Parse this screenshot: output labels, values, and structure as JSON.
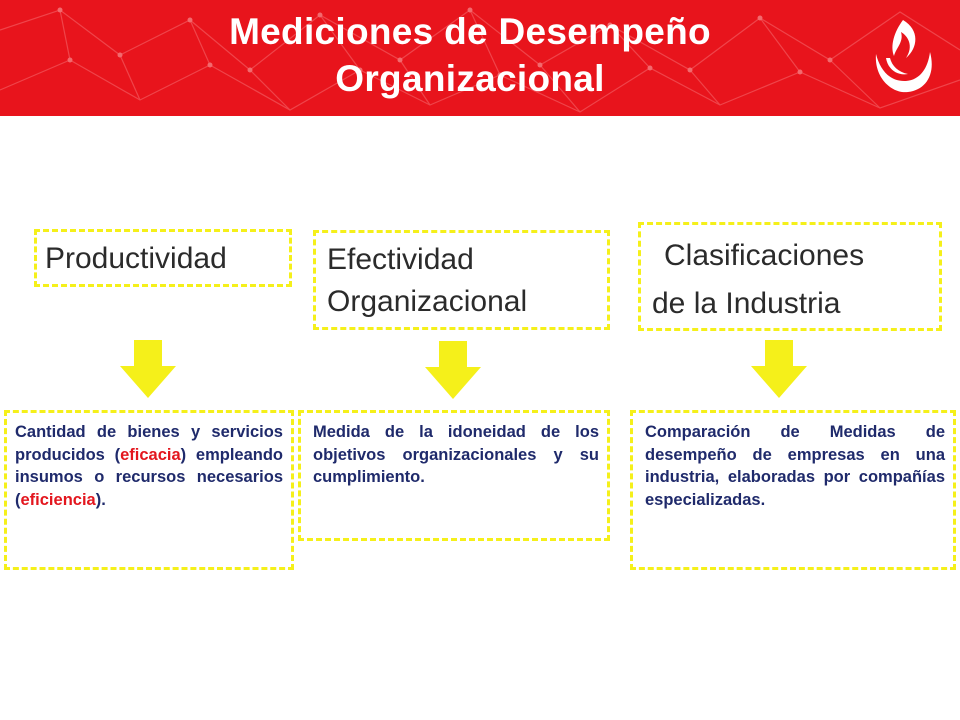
{
  "header": {
    "title_line1": "Mediciones de Desempeño",
    "title_line2": "Organizacional",
    "bg_color": "#e8141c",
    "logo_icon": "flame-logo-icon"
  },
  "columns": [
    {
      "heading": "Productividad",
      "desc": {
        "part1": "Cantidad de bienes y servicios producidos (",
        "highlight1": "eficacia",
        "part2": ") empleando insumos o recursos necesarios (",
        "highlight2": "eficiencia",
        "part3": ")."
      }
    },
    {
      "heading_line1": "Efectividad",
      "heading_line2": "Organizacional",
      "desc": "Medida de la idoneidad de los objetivos organizacionales y su cumplimiento."
    },
    {
      "heading_line1": "Clasificaciones",
      "heading_line2": "de la Industria",
      "desc": "Comparación de Medidas de desempeño de empresas en una industria, elaboradas por compañías especializadas."
    }
  ],
  "colors": {
    "box_border": "#f5f01a",
    "arrow": "#f5f01a",
    "desc_text": "#1f2a6b",
    "highlight": "#e3161e"
  }
}
